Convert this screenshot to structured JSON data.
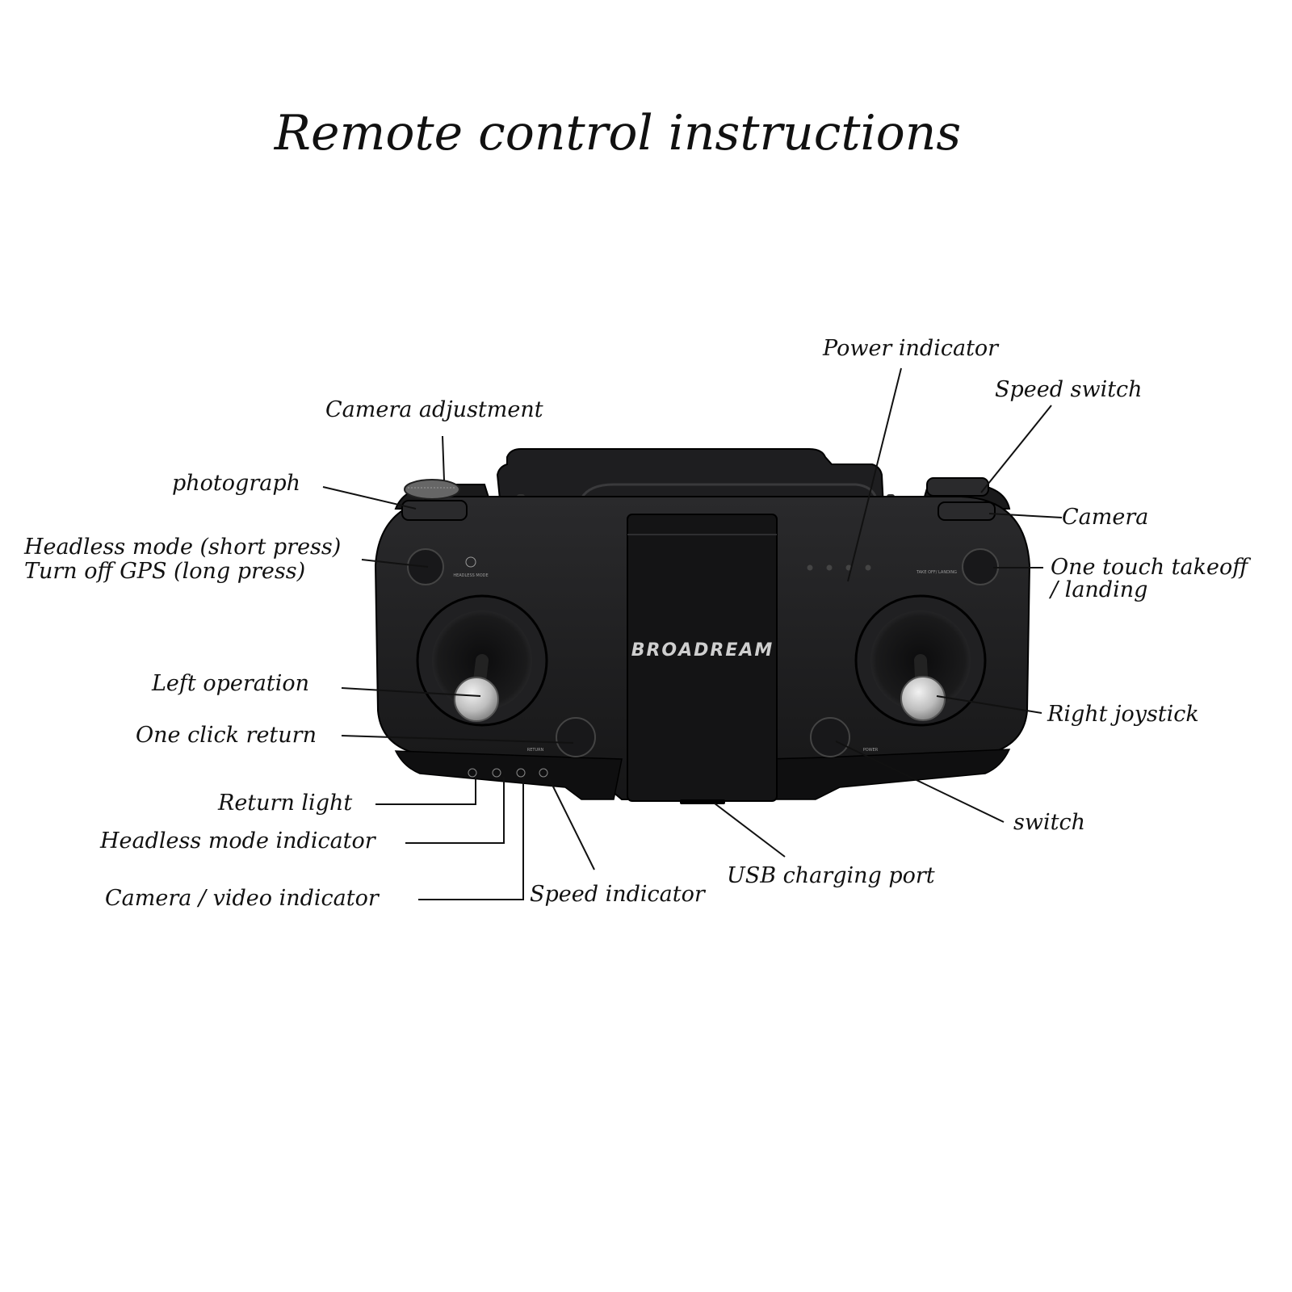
{
  "title": "Remote control instructions",
  "device": {
    "brand": "BROADREAM",
    "button_labels": {
      "headless": "HEADLESS MODE",
      "return": "RETURN",
      "takeoff": "TAKE OFF/ LANDING",
      "power": "POWER"
    },
    "colors": {
      "body": "#1c1c1e",
      "panel": "#121213",
      "knob": "#c6c6c6",
      "text": "#111111",
      "background": "#ffffff"
    }
  },
  "callouts": {
    "power_indicator": "Power indicator",
    "speed_switch": "Speed switch",
    "camera_adjustment": "Camera adjustment",
    "photograph": "photograph",
    "camera": "Camera",
    "headless_mode_line1": "Headless mode (short press)",
    "headless_mode_line2": "Turn off GPS (long press)",
    "one_touch_line1": "One touch takeoff",
    "one_touch_line2": "/ landing",
    "left_operation": "Left operation",
    "right_joystick": "Right joystick",
    "one_click_return": "One click return",
    "return_light": "Return light",
    "switch": "switch",
    "headless_mode_indicator": "Headless mode indicator",
    "usb_charging_port": "USB charging port",
    "camera_video_indicator": "Camera / video indicator",
    "speed_indicator": "Speed indicator"
  }
}
